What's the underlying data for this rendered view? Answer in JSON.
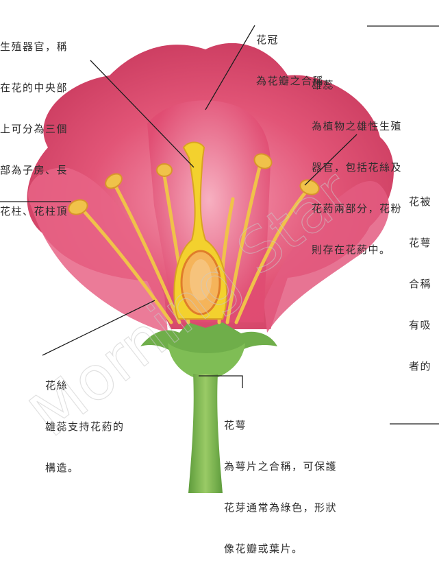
{
  "labels": {
    "pistil": {
      "lines": [
        "生殖器官，稱",
        "在花的中央部",
        "上可分為三個",
        "部為子房、長",
        "花柱、花柱頂"
      ]
    },
    "corolla": {
      "title": "花冠",
      "body": "為花瓣之合稱。"
    },
    "stamen": {
      "title": "雄蕊",
      "lines": [
        "為植物之雄性生殖",
        "器官，包括花絲及",
        "花葯兩部分，花粉",
        "則存在花葯中。"
      ]
    },
    "perianth": {
      "title": "花被",
      "lines": [
        "花萼",
        "合稱",
        "有吸",
        "者的"
      ]
    },
    "filament": {
      "title": "花絲",
      "lines": [
        "雄蕊支持花葯的",
        "構造。"
      ]
    },
    "calyx": {
      "title": "花萼",
      "lines": [
        "為萼片之合稱，可保護",
        "花芽通常為綠色，形狀",
        "像花瓣或葉片。"
      ]
    }
  },
  "watermark": "Morning Star",
  "colors": {
    "petal": "#e25577",
    "petal_dark": "#c93a5e",
    "petal_light": "#f08aa3",
    "stamen": "#f0c24a",
    "pistil": "#f3d12e",
    "ovary": "#f5b45a",
    "sepal": "#6fae4a",
    "stem": "#84bc52",
    "leader": "#1e1e1e"
  }
}
